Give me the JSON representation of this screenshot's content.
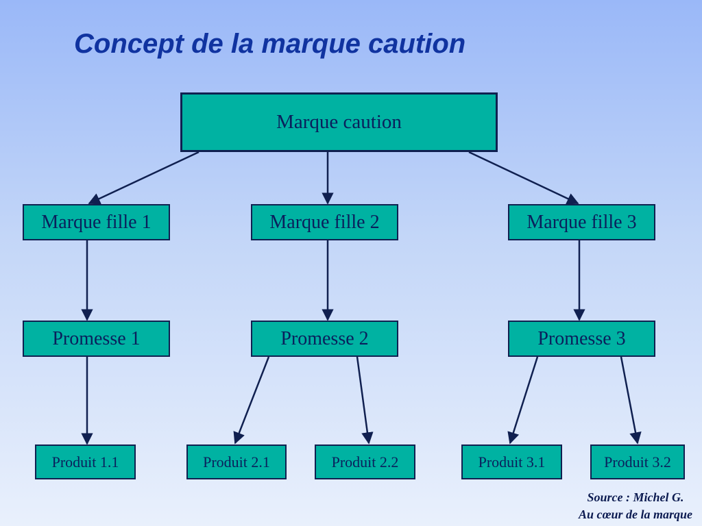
{
  "title": "Concept de la marque caution",
  "colors": {
    "node_fill": "#00b2a2",
    "node_border": "#102050",
    "title": "#1033a0",
    "arrow": "#102050"
  },
  "nodes": {
    "root": "Marque caution",
    "fille_1": "Marque fille 1",
    "fille_2": "Marque fille 2",
    "fille_3": "Marque fille 3",
    "promesse_1": "Promesse 1",
    "promesse_2": "Promesse 2",
    "promesse_3": "Promesse 3",
    "produit_1_1": "Produit 1.1",
    "produit_2_1": "Produit 2.1",
    "produit_2_2": "Produit 2.2",
    "produit_3_1": "Produit 3.1",
    "produit_3_2": "Produit 3.2"
  },
  "edges": [
    [
      "root",
      "fille_1"
    ],
    [
      "root",
      "fille_2"
    ],
    [
      "root",
      "fille_3"
    ],
    [
      "fille_1",
      "promesse_1"
    ],
    [
      "fille_2",
      "promesse_2"
    ],
    [
      "fille_3",
      "promesse_3"
    ],
    [
      "promesse_1",
      "produit_1_1"
    ],
    [
      "promesse_2",
      "produit_2_1"
    ],
    [
      "promesse_2",
      "produit_2_2"
    ],
    [
      "promesse_3",
      "produit_3_1"
    ],
    [
      "promesse_3",
      "produit_3_2"
    ]
  ],
  "source": {
    "line1": "Source : Michel G.",
    "line2": "Au cœur de la marque"
  }
}
